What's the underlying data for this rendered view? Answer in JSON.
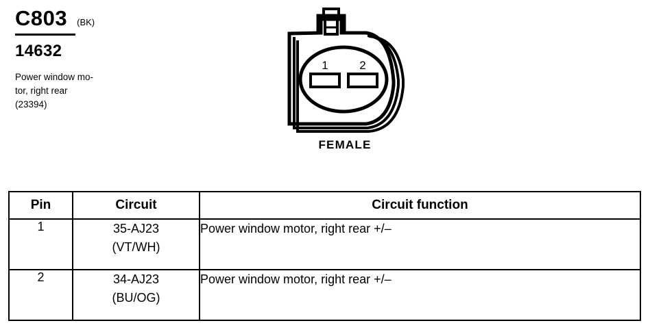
{
  "identity": {
    "connector_code": "C803",
    "color_code": "(BK)",
    "part_number": "14632",
    "description_line1": "Power window mo-",
    "description_line2": "tor, right rear",
    "description_line3": "(23394)"
  },
  "connector_figure": {
    "gender_label": "FEMALE",
    "pin_labels": [
      "1",
      "2"
    ],
    "cavity_count": 2,
    "ink_color": "#000000"
  },
  "table": {
    "headers": [
      "Pin",
      "Circuit",
      "Circuit function"
    ],
    "rows": [
      {
        "pin": "1",
        "circuit_code": "35-AJ23",
        "circuit_color": "(VT/WH)",
        "function": "Power window motor, right rear  +/–"
      },
      {
        "pin": "2",
        "circuit_code": "34-AJ23",
        "circuit_color": "(BU/OG)",
        "function": "Power window motor, right rear  +/–"
      }
    ]
  }
}
